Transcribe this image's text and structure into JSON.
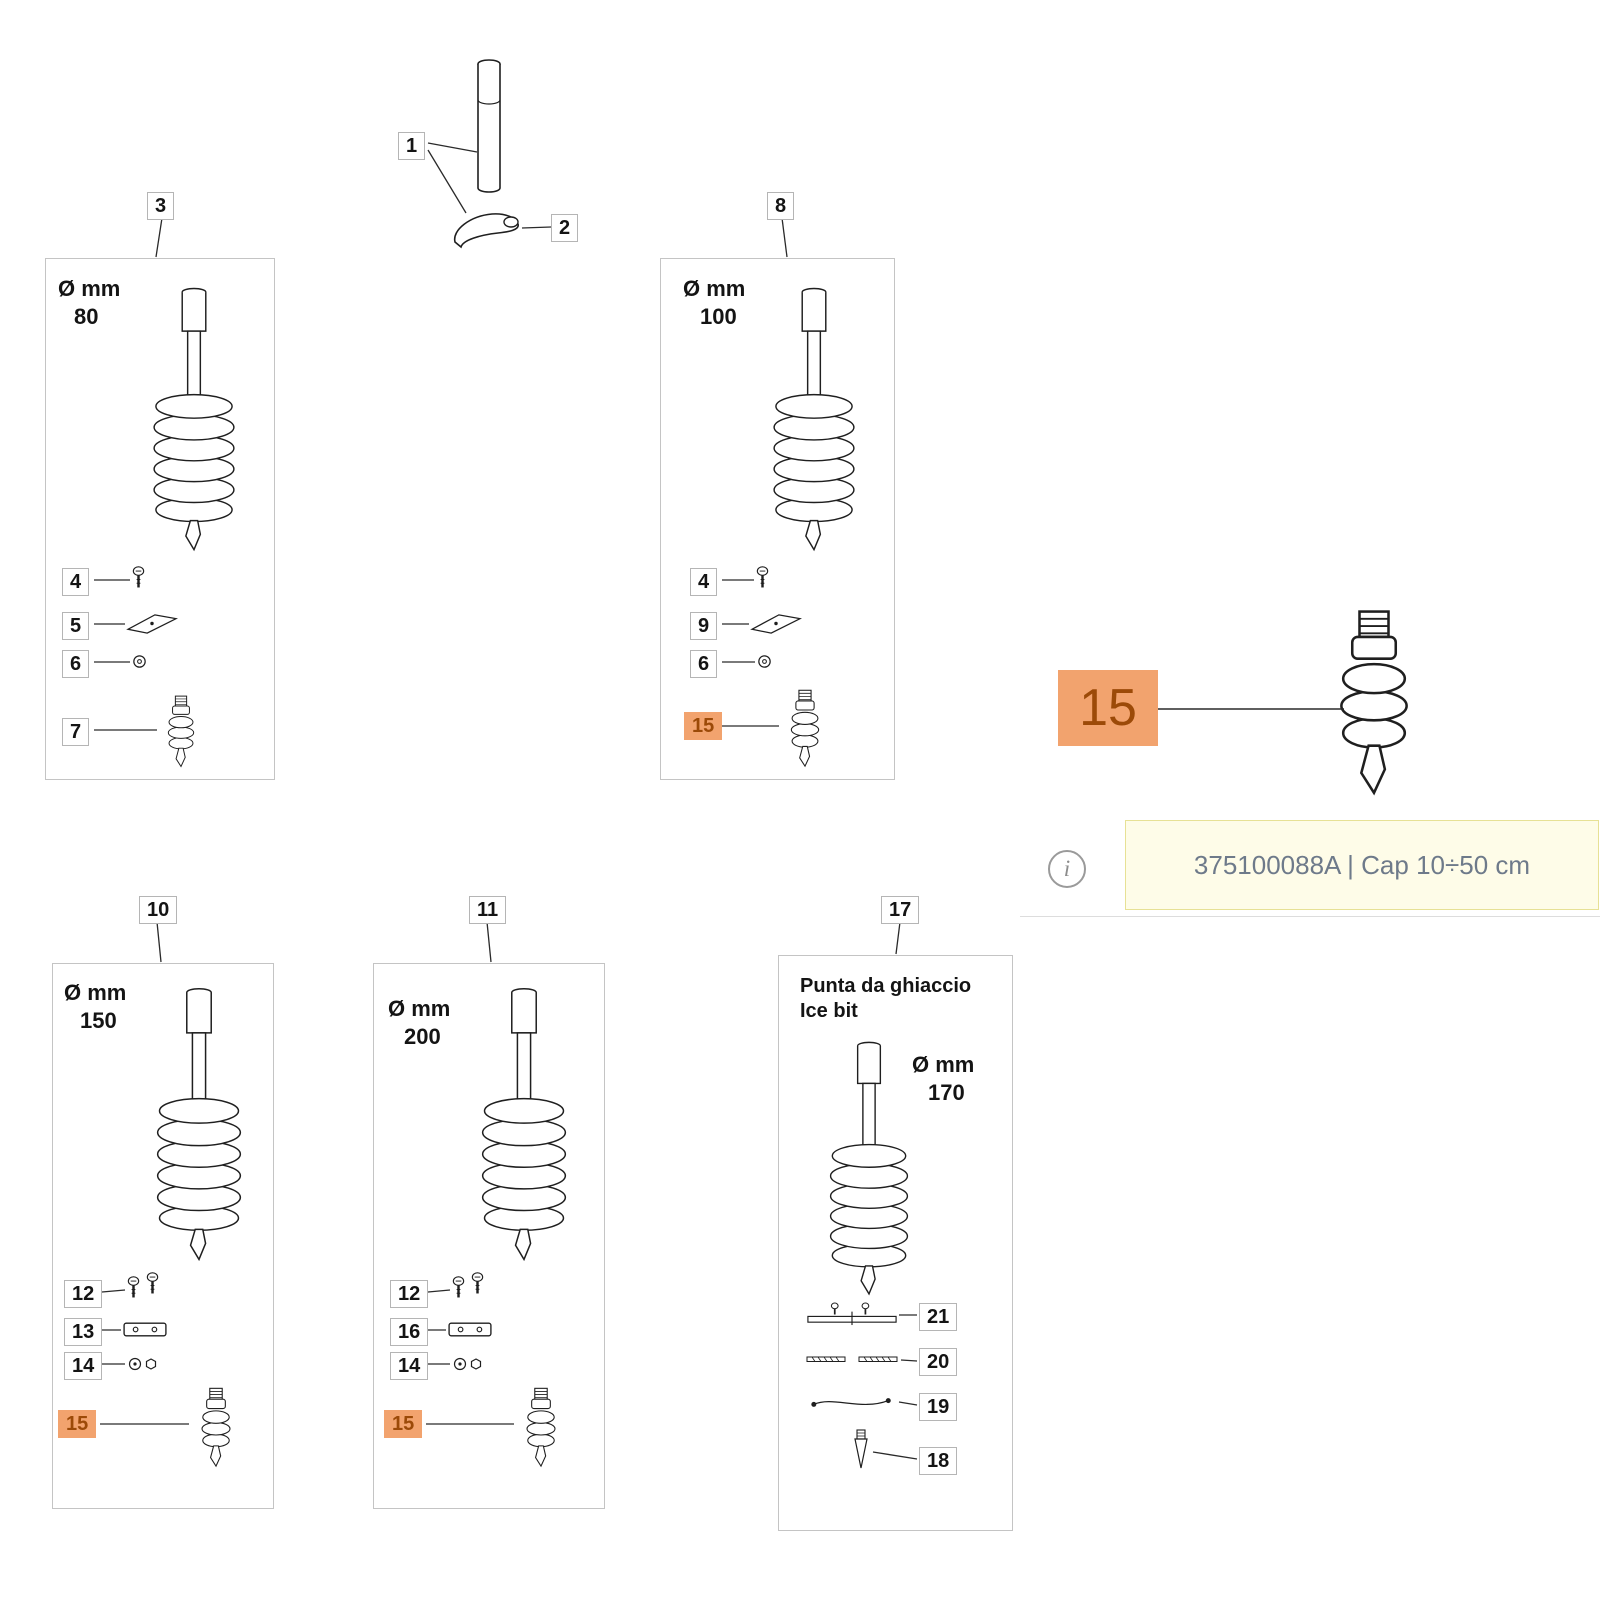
{
  "diagram": {
    "top_assembly": {
      "shaft_label": "1",
      "handle_label": "2"
    },
    "box_80": {
      "ref_label": "3",
      "diameter_prefix": "Ø mm",
      "diameter_value": "80",
      "callout_screw": "4",
      "callout_plate": "5",
      "callout_nut": "6",
      "callout_tip": "7"
    },
    "box_100": {
      "ref_label": "8",
      "diameter_prefix": "Ø mm",
      "diameter_value": "100",
      "callout_screw": "4",
      "callout_plate": "9",
      "callout_nut": "6",
      "callout_tip": "15"
    },
    "box_150": {
      "ref_label": "10",
      "diameter_prefix": "Ø mm",
      "diameter_value": "150",
      "callout_screws": "12",
      "callout_blade": "13",
      "callout_nut": "14",
      "callout_tip": "15"
    },
    "box_200": {
      "ref_label": "11",
      "diameter_prefix": "Ø mm",
      "diameter_value": "200",
      "callout_screws": "12",
      "callout_blade": "16",
      "callout_nut": "14",
      "callout_tip": "15"
    },
    "box_ice": {
      "ref_label": "17",
      "title_line1": "Punta da ghiaccio",
      "title_line2": "Ice bit",
      "diameter_prefix": "Ø mm",
      "diameter_value": "170",
      "callout_blade_bar": "21",
      "callout_rod": "20",
      "callout_cable": "19",
      "callout_point": "18"
    },
    "selected_part": {
      "ref_label": "15"
    },
    "info_bar": {
      "icon_glyph": "i",
      "part_info": "375100088A | Cap 10÷50 cm"
    },
    "colors": {
      "highlight_bg": "#f2a36e",
      "highlight_text": "#9c4a08",
      "info_bg": "#fefce8",
      "info_border": "#e7e195",
      "info_text": "#6e7a8a",
      "box_border": "#c4c4c4"
    }
  }
}
